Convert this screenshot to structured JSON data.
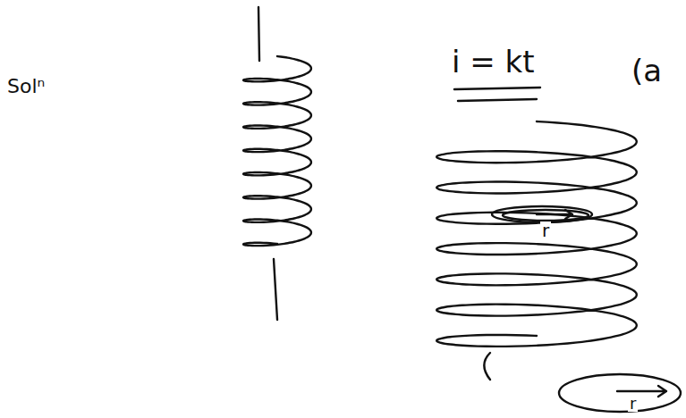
{
  "diagram": {
    "labels": [
      "Solⁿ",
      "i = kt",
      "(a",
      "r",
      "r"
    ]
  }
}
